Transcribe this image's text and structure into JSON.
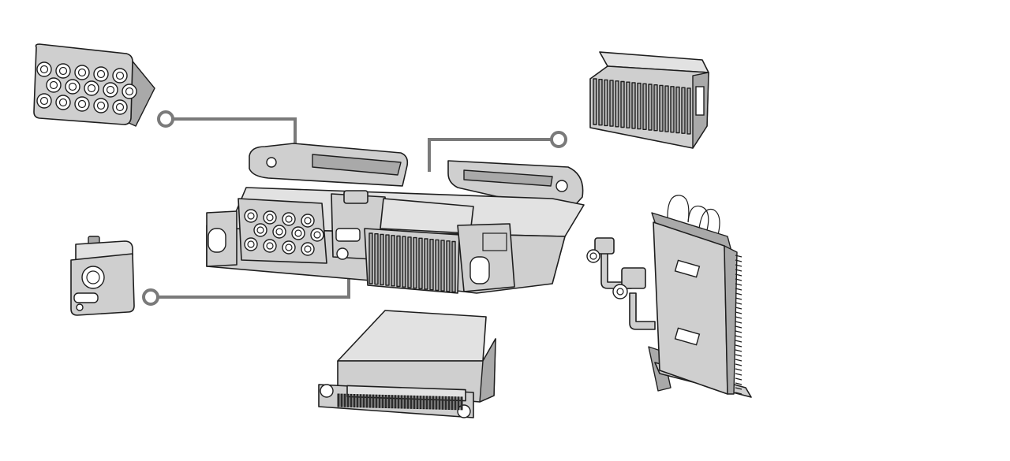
{
  "diagram": {
    "callout_color": "#7a7a7a",
    "part_fill": "#cfcfcf",
    "outline_color": "#1e1e1e",
    "components": [
      "coax-multiport-connector",
      "pin-header-connector",
      "single-coax-connector",
      "backplane-card-module",
      "sealed-ecu-connector-module",
      "assembled-connector-housing"
    ]
  }
}
